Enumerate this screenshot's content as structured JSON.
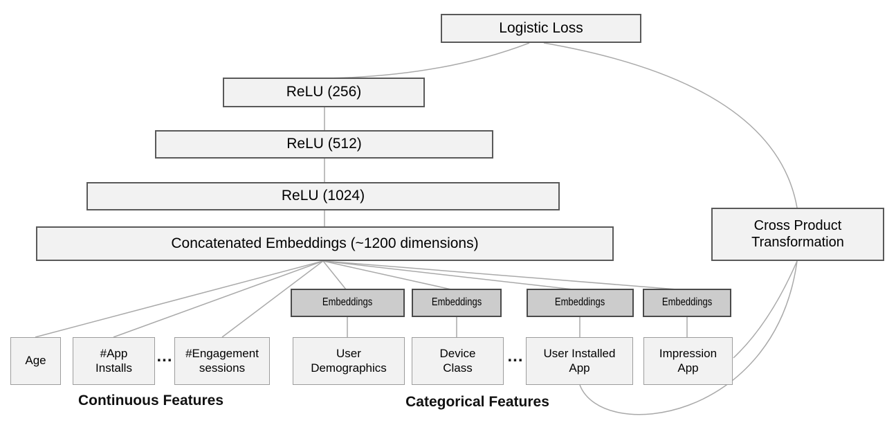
{
  "nodes": {
    "logistic_loss": {
      "label": "Logistic Loss"
    },
    "relu_256": {
      "label": "ReLU (256)"
    },
    "relu_512": {
      "label": "ReLU (512)"
    },
    "relu_1024": {
      "label": "ReLU (1024)"
    },
    "concatenated_embeddings": {
      "label": "Concatenated Embeddings (~1200 dimensions)"
    },
    "cross_product": {
      "line1": "Cross Product",
      "line2": "Transformation"
    },
    "embeddings": {
      "label": "Embeddings"
    },
    "age": {
      "label": "Age"
    },
    "app_installs": {
      "line1": "#App",
      "line2": "Installs"
    },
    "engagement_sessions": {
      "line1": "#Engagement",
      "line2": "sessions"
    },
    "user_demographics": {
      "line1": "User",
      "line2": "Demographics"
    },
    "device_class": {
      "line1": "Device",
      "line2": "Class"
    },
    "user_installed_app": {
      "line1": "User Installed",
      "line2": "App"
    },
    "impression_app": {
      "line1": "Impression",
      "line2": "App"
    }
  },
  "ellipsis": "...",
  "group_labels": {
    "continuous": "Continuous Features",
    "categorical": "Categorical Features"
  },
  "colors": {
    "node_fill": "#f2f2f2",
    "node_border": "#595959",
    "feature_border": "#9c9c9c",
    "embedding_fill": "#cccccc",
    "embedding_border": "#4a4a4a",
    "connector": "#a9a9a9",
    "text": "#000000"
  }
}
